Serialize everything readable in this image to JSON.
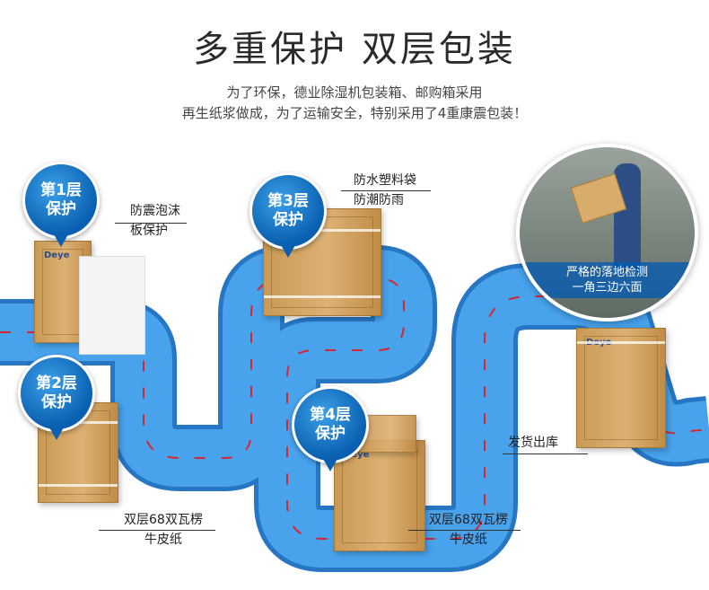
{
  "header": {
    "title": "多重保护 双层包装",
    "subtitle_line1": "为了环保，德业除湿机包装箱、邮购箱采用",
    "subtitle_line2": "再生纸浆做成，为了运输安全，特别采用了4重康震包装！"
  },
  "layers": [
    {
      "badge_top": "第1层",
      "badge_bottom": "保护",
      "label_line1": "防震泡沫",
      "label_line2": "板保护"
    },
    {
      "badge_top": "第2层",
      "badge_bottom": "保护",
      "label_line1": "双层68双瓦楞",
      "label_line2": "牛皮纸"
    },
    {
      "badge_top": "第3层",
      "badge_bottom": "保护",
      "label_line1": "防水塑料袋",
      "label_line2": "防潮防雨"
    },
    {
      "badge_top": "第4层",
      "badge_bottom": "保护",
      "label_line1": "双层68双瓦楞",
      "label_line2": "牛皮纸"
    }
  ],
  "inspection": {
    "caption_line1": "严格的落地检测",
    "caption_line2": "一角三边六面"
  },
  "shipping": {
    "label": "发货出库"
  },
  "box_brand": "Deye",
  "colors": {
    "road": "#3f97e3",
    "road_edge": "#2676c4",
    "dash": "#d9262c",
    "badge": "#0a5fb0"
  }
}
